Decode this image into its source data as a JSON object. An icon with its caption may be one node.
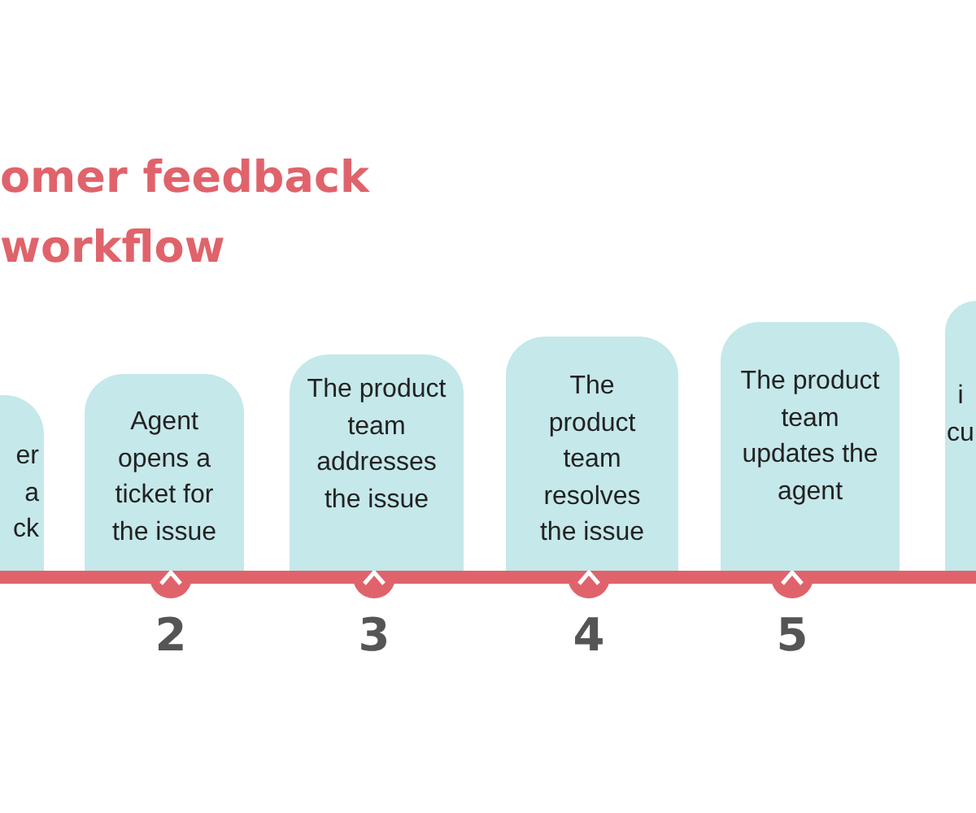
{
  "diagram": {
    "title": "omer feedback workflow",
    "nodes": [
      {
        "text": [
          "er a ck"
        ]
      },
      {
        "text": [
          "Agent opens a ticket for the issue"
        ],
        "beside": [
          "2"
        ]
      },
      {
        "text": [
          "The product team addresses the issue"
        ],
        "beside": [
          "3"
        ]
      },
      {
        "text": [
          "The product team resolves the issue"
        ],
        "beside": [
          "4"
        ]
      },
      {
        "text": [
          "The product team updates the agent"
        ],
        "beside": [
          "5"
        ]
      },
      {
        "text": [
          "i cu"
        ]
      }
    ]
  }
}
